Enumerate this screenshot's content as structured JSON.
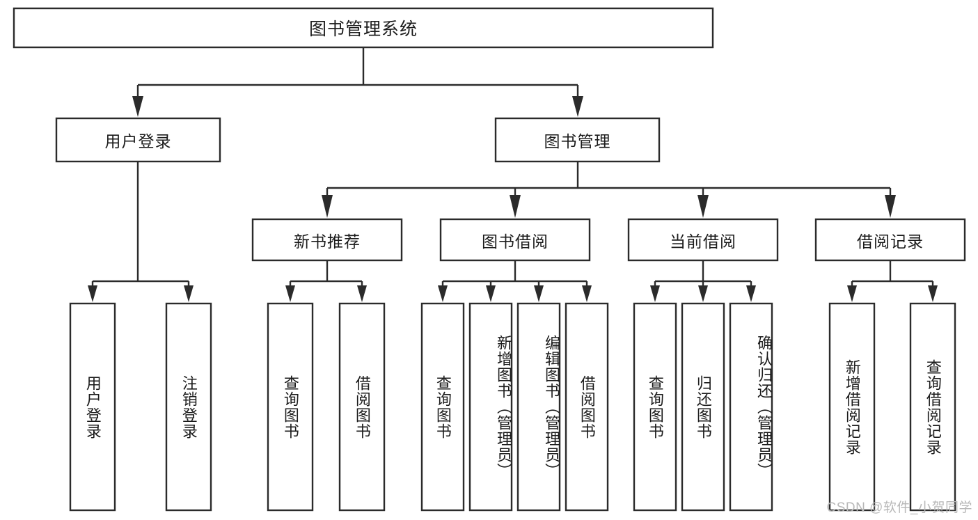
{
  "diagram": {
    "title": "图书管理系统",
    "type": "tree",
    "watermark": "CSDN @软件_小贺同学",
    "colors": {
      "box_stroke": "#2b2b2b",
      "box_fill": "#ffffff",
      "text": "#1b1b1b",
      "watermark": "#b8b8b8",
      "background": "#ffffff"
    },
    "levels": {
      "root": {
        "label": "图书管理系统"
      },
      "level2": [
        {
          "label": "用户登录"
        },
        {
          "label": "图书管理"
        }
      ],
      "level3": [
        {
          "label": "新书推荐"
        },
        {
          "label": "图书借阅"
        },
        {
          "label": "当前借阅"
        },
        {
          "label": "借阅记录"
        }
      ],
      "leaves": {
        "user_login": [
          {
            "label": "用户登录"
          },
          {
            "label": "注销登录"
          }
        ],
        "new_book_recommend": [
          {
            "label": "查询图书"
          },
          {
            "label": "借阅图书"
          }
        ],
        "book_borrow": [
          {
            "label": "查询图书"
          },
          {
            "label": "新增图书（管理员）"
          },
          {
            "label": "编辑图书（管理员）"
          },
          {
            "label": "借阅图书"
          }
        ],
        "current_borrow": [
          {
            "label": "查询图书"
          },
          {
            "label": "归还图书"
          },
          {
            "label": "确认归还（管理员）"
          }
        ],
        "borrow_records": [
          {
            "label": "新增借阅记录"
          },
          {
            "label": "查询借阅记录"
          }
        ]
      }
    }
  }
}
